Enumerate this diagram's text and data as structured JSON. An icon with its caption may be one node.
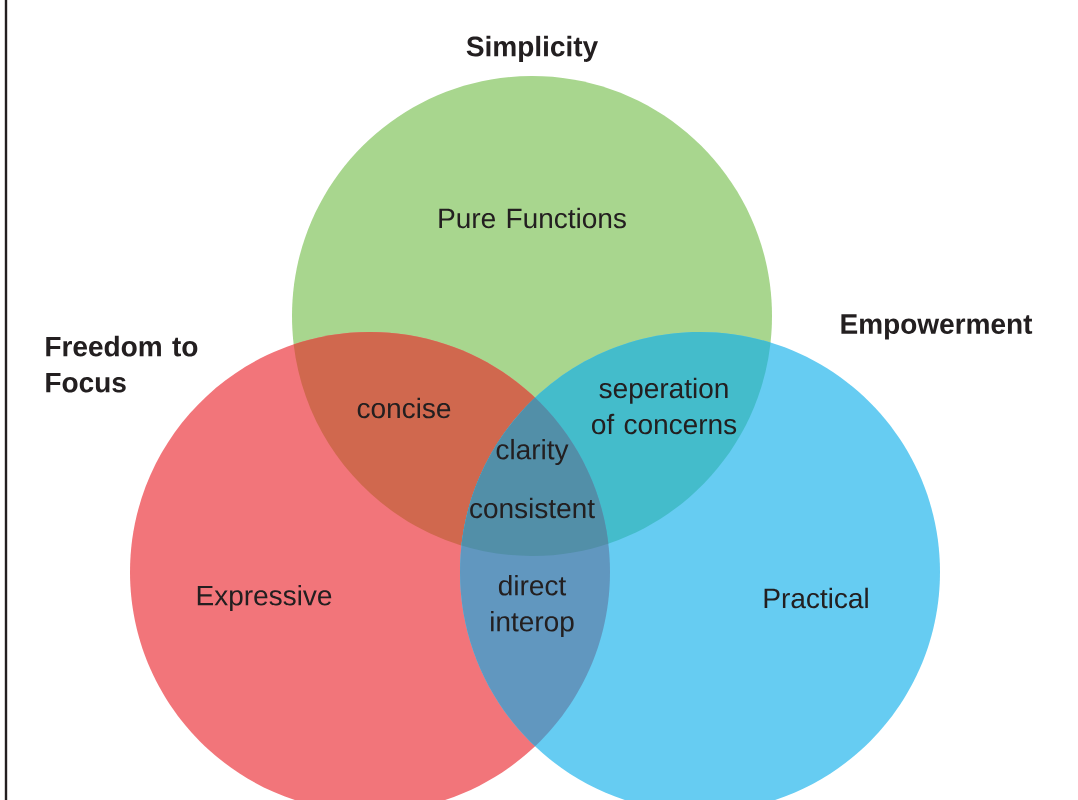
{
  "diagram": {
    "nodes": [
      {
        "text": [
          "Simplicity",
          "Pure Functions"
        ]
      },
      {
        "text": [
          "Freedom to Focus",
          "Expressive"
        ]
      },
      {
        "text": [
          "Empowerment",
          "Practical"
        ]
      }
    ],
    "labels": [
      "concise",
      "seperation of concerns",
      "clarity",
      "consistent",
      "direct interop"
    ]
  }
}
